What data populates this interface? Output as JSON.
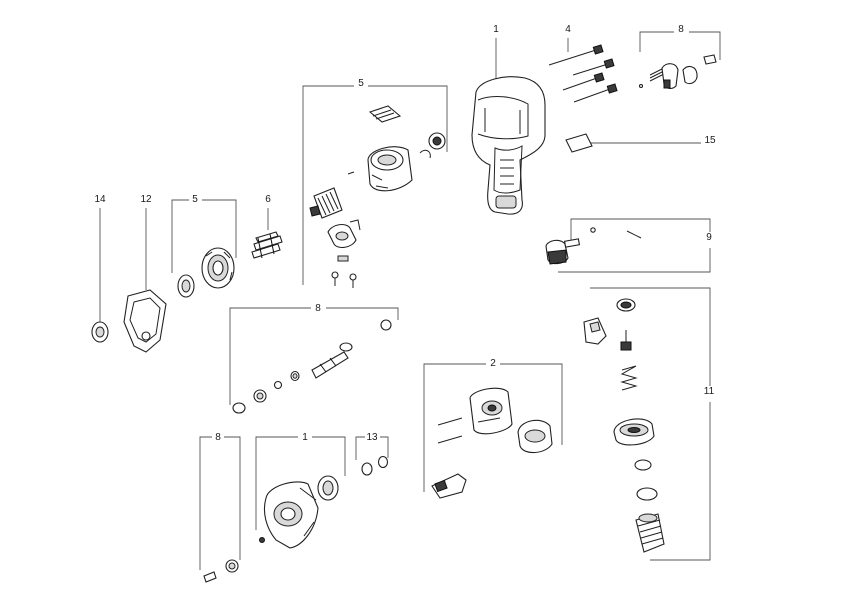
{
  "callouts": {
    "c1_top": "1",
    "c4": "4",
    "c8_top": "8",
    "c15": "15",
    "c5_top": "5",
    "c9": "9",
    "c14": "14",
    "c12": "12",
    "c5_left": "5",
    "c6": "6",
    "c11": "11",
    "c8_mid": "8",
    "c2": "2",
    "c8_bot": "8",
    "c1_bot": "1",
    "c13": "13"
  }
}
